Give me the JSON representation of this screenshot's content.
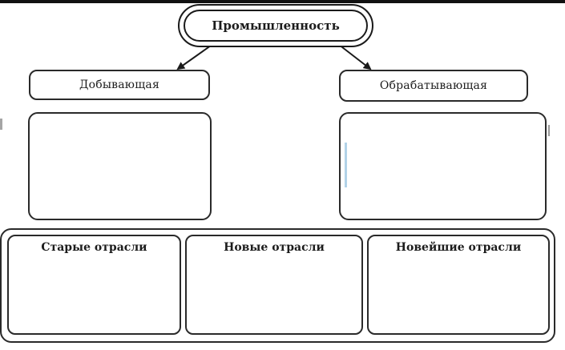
{
  "diagram": {
    "root": {
      "label": "Промышленность"
    },
    "categories": [
      {
        "label": "Добывающая"
      },
      {
        "label": "Обрабатывающая"
      }
    ],
    "subcategories": [
      {
        "label": "Старые отрасли"
      },
      {
        "label": "Новые отрасли"
      },
      {
        "label": "Новейшие отрасли"
      }
    ]
  },
  "colors": {
    "line": "#2a2a2a",
    "background": "#ffffff"
  }
}
